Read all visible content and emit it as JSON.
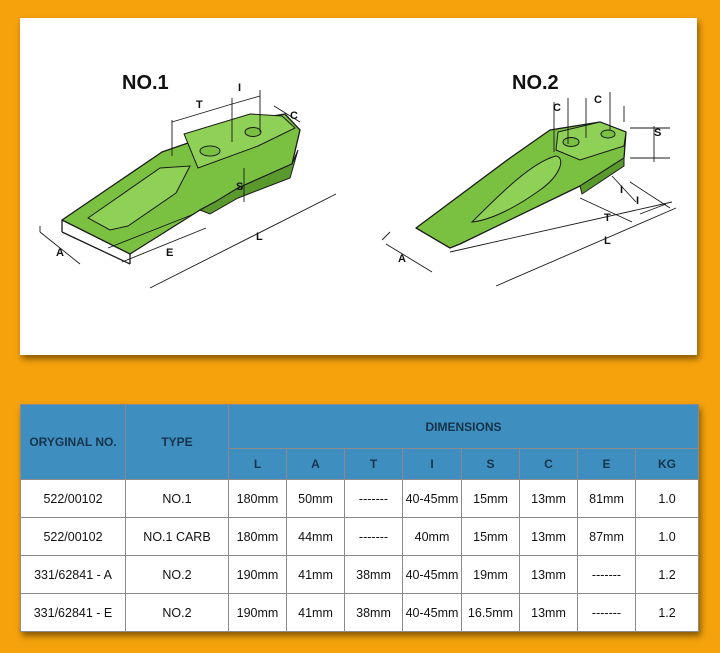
{
  "diagrams": {
    "left_title": "NO.1",
    "right_title": "NO.2",
    "left_labels": {
      "t": "T",
      "i": "I",
      "c": "C",
      "s": "S",
      "a": "A",
      "e": "E",
      "l": "L"
    },
    "right_labels": {
      "c1": "C",
      "c2": "C",
      "s": "S",
      "i1": "I",
      "t": "T",
      "i2": "I",
      "a": "A",
      "l": "L"
    }
  },
  "table": {
    "header_col1": "ORYGINAL NO.",
    "header_col2": "TYPE",
    "header_group": "DIMENSIONS",
    "dimension_headers": [
      "L",
      "A",
      "T",
      "I",
      "S",
      "C",
      "E",
      "KG"
    ],
    "rows": [
      [
        "522/00102",
        "NO.1",
        "180mm",
        "50mm",
        "-------",
        "40-45mm",
        "15mm",
        "13mm",
        "81mm",
        "1.0"
      ],
      [
        "522/00102",
        "NO.1 CARB",
        "180mm",
        "44mm",
        "-------",
        "40mm",
        "15mm",
        "13mm",
        "87mm",
        "1.0"
      ],
      [
        "331/62841 - A",
        "NO.2",
        "190mm",
        "41mm",
        "38mm",
        "40-45mm",
        "19mm",
        "13mm",
        "-------",
        "1.2"
      ],
      [
        "331/62841 - E",
        "NO.2",
        "190mm",
        "41mm",
        "38mm",
        "40-45mm",
        "16.5mm",
        "13mm",
        "-------",
        "1.2"
      ]
    ]
  },
  "colors": {
    "background": "#f5a20c",
    "tooth_fill": "#7ac142",
    "header_fill": "#3e8fbf"
  }
}
